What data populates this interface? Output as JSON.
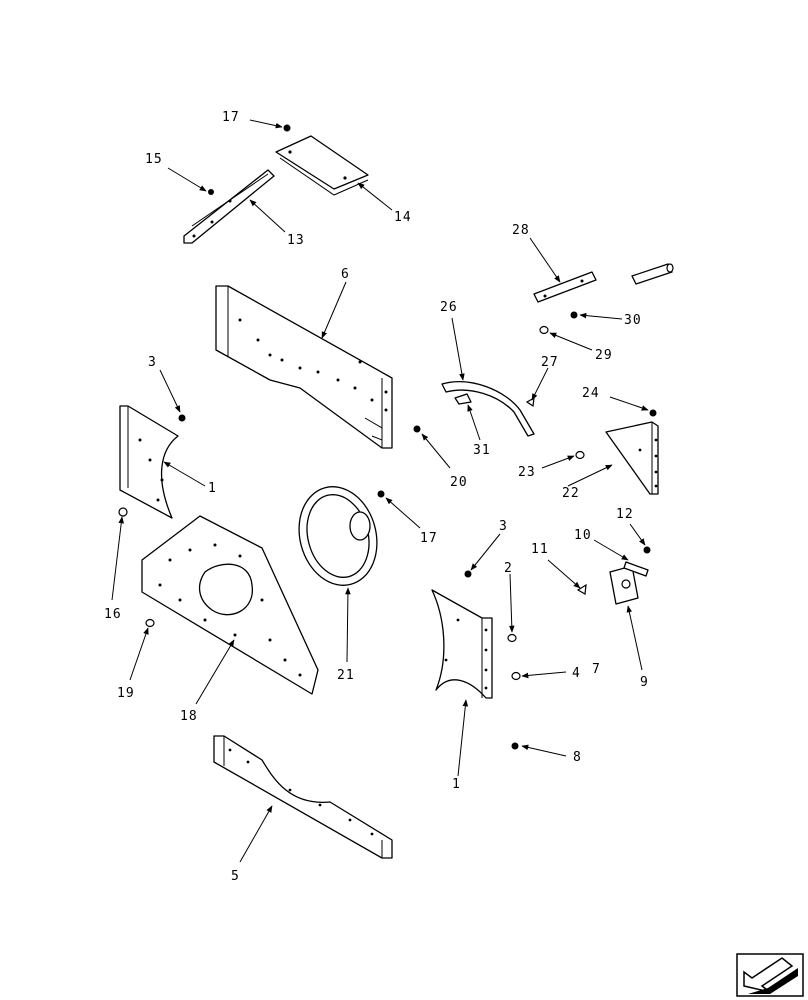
{
  "callouts": [
    "17",
    "15",
    "14",
    "13",
    "28",
    "6",
    "30",
    "26",
    "29",
    "3",
    "27",
    "24",
    "31",
    "20",
    "23",
    "1",
    "22",
    "17",
    "3",
    "12",
    "10",
    "16",
    "11",
    "2",
    "21",
    "7",
    "4",
    "9",
    "19",
    "18",
    "8",
    "1",
    "5"
  ]
}
